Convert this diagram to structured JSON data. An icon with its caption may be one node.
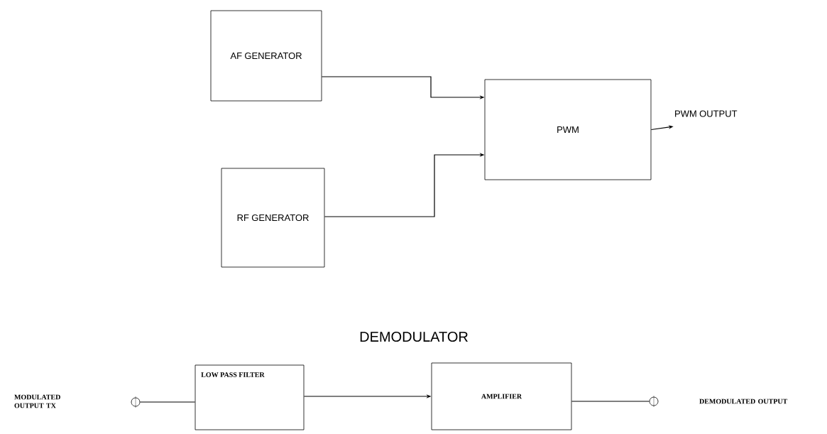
{
  "diagram": {
    "nodes": [
      {
        "text": [
          "AF GENERATOR"
        ]
      },
      {
        "text": [
          "RF GENERATOR"
        ]
      },
      {
        "text": [
          "PWM"
        ]
      },
      {
        "text": [
          "PWM OUTPUT"
        ]
      },
      {
        "text": [
          "MODULATED OUTPUT TX"
        ]
      },
      {
        "text": [],
        "shape": "circle"
      },
      {
        "text": [
          "LOW PASS FILTER"
        ]
      },
      {
        "text": [
          "AMPLIFIER"
        ]
      },
      {
        "text": [],
        "shape": "circle"
      },
      {
        "text": [
          "DEMODULATED OUTPUT"
        ]
      }
    ],
    "edges": [
      {
        "from": 0,
        "to": 2,
        "arrow": "to"
      },
      {
        "from": 1,
        "to": 2,
        "arrow": "to"
      },
      {
        "from": 2,
        "to": 3,
        "arrow": "to"
      },
      {
        "from": 5,
        "to": 6,
        "arrow": "none"
      },
      {
        "from": 6,
        "to": 7,
        "arrow": "to"
      },
      {
        "from": 7,
        "to": 8,
        "arrow": "none"
      }
    ],
    "labels": [
      "DEMODULATOR"
    ]
  }
}
